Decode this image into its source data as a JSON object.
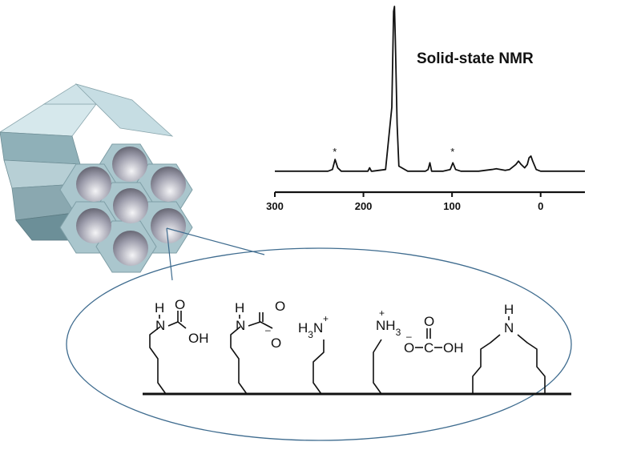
{
  "nmr": {
    "title": "Solid-state NMR",
    "axis": {
      "ticks": [
        300,
        200,
        100,
        0
      ],
      "xlim": [
        300,
        -50
      ]
    },
    "peak_markers": [
      {
        "ppm": 232,
        "label": "*"
      },
      {
        "ppm": 99,
        "label": "*"
      }
    ]
  },
  "species": {
    "carbamic_acid": {
      "h": "H",
      "n": "N",
      "c_o": "O",
      "oh": "OH"
    },
    "carbamate": {
      "h": "H",
      "n": "N",
      "o_top": "O",
      "o_bottom": "O",
      "charge": "–"
    },
    "ammonium_left": {
      "label": "H3N",
      "charge": "+"
    },
    "ammonium_right": {
      "label": "NH3",
      "charge": "+"
    },
    "bicarbonate": {
      "o_top": "O",
      "c": "C",
      "o_left": "O",
      "oh": "OH",
      "charge": "–"
    },
    "secondary_amine": {
      "h": "H",
      "n": "N"
    }
  },
  "chart_data": {
    "type": "line",
    "title": "Solid-state NMR",
    "xlabel": "",
    "ylabel": "",
    "xlim": [
      300,
      -50
    ],
    "x_ticks": [
      300,
      200,
      100,
      0
    ],
    "grid": false,
    "series": [
      {
        "x": [
          300,
          240,
          235,
          232,
          229,
          225,
          200,
          195,
          193,
          191,
          190,
          175,
          168,
          166,
          165,
          164,
          162,
          160,
          150,
          130,
          127,
          125,
          123,
          110,
          102,
          99,
          96,
          90,
          70,
          55,
          50,
          45,
          40,
          35,
          28,
          25,
          22,
          18,
          15,
          13,
          11,
          9,
          5,
          0,
          -20,
          -50
        ],
        "y": [
          0.02,
          0.02,
          0.03,
          0.09,
          0.04,
          0.02,
          0.02,
          0.02,
          0.04,
          0.02,
          0.02,
          0.03,
          0.4,
          0.97,
          1.0,
          0.8,
          0.3,
          0.05,
          0.02,
          0.02,
          0.03,
          0.07,
          0.02,
          0.02,
          0.03,
          0.07,
          0.03,
          0.02,
          0.02,
          0.03,
          0.035,
          0.03,
          0.025,
          0.03,
          0.06,
          0.08,
          0.06,
          0.04,
          0.06,
          0.1,
          0.11,
          0.08,
          0.03,
          0.02,
          0.02,
          0.02
        ]
      }
    ],
    "annotations": [
      {
        "x": 232,
        "text": "*"
      },
      {
        "x": 99,
        "text": "*"
      }
    ]
  }
}
